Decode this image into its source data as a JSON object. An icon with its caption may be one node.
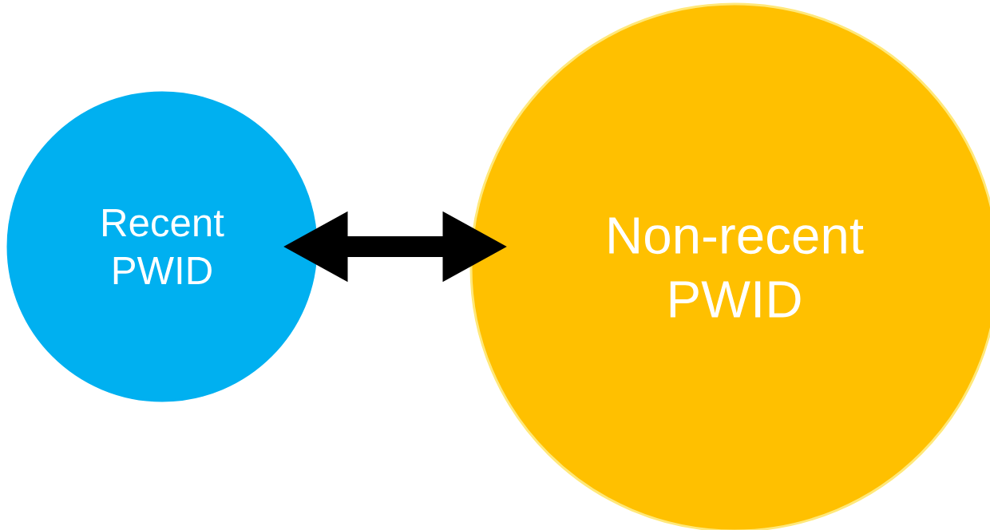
{
  "diagram": {
    "nodes": [
      {
        "text": [
          "Recent PWID"
        ]
      },
      {
        "text": [
          "Non-recent PWID"
        ]
      }
    ],
    "edges": [
      {
        "from": 0,
        "to": 1,
        "arrow": "both"
      }
    ]
  }
}
